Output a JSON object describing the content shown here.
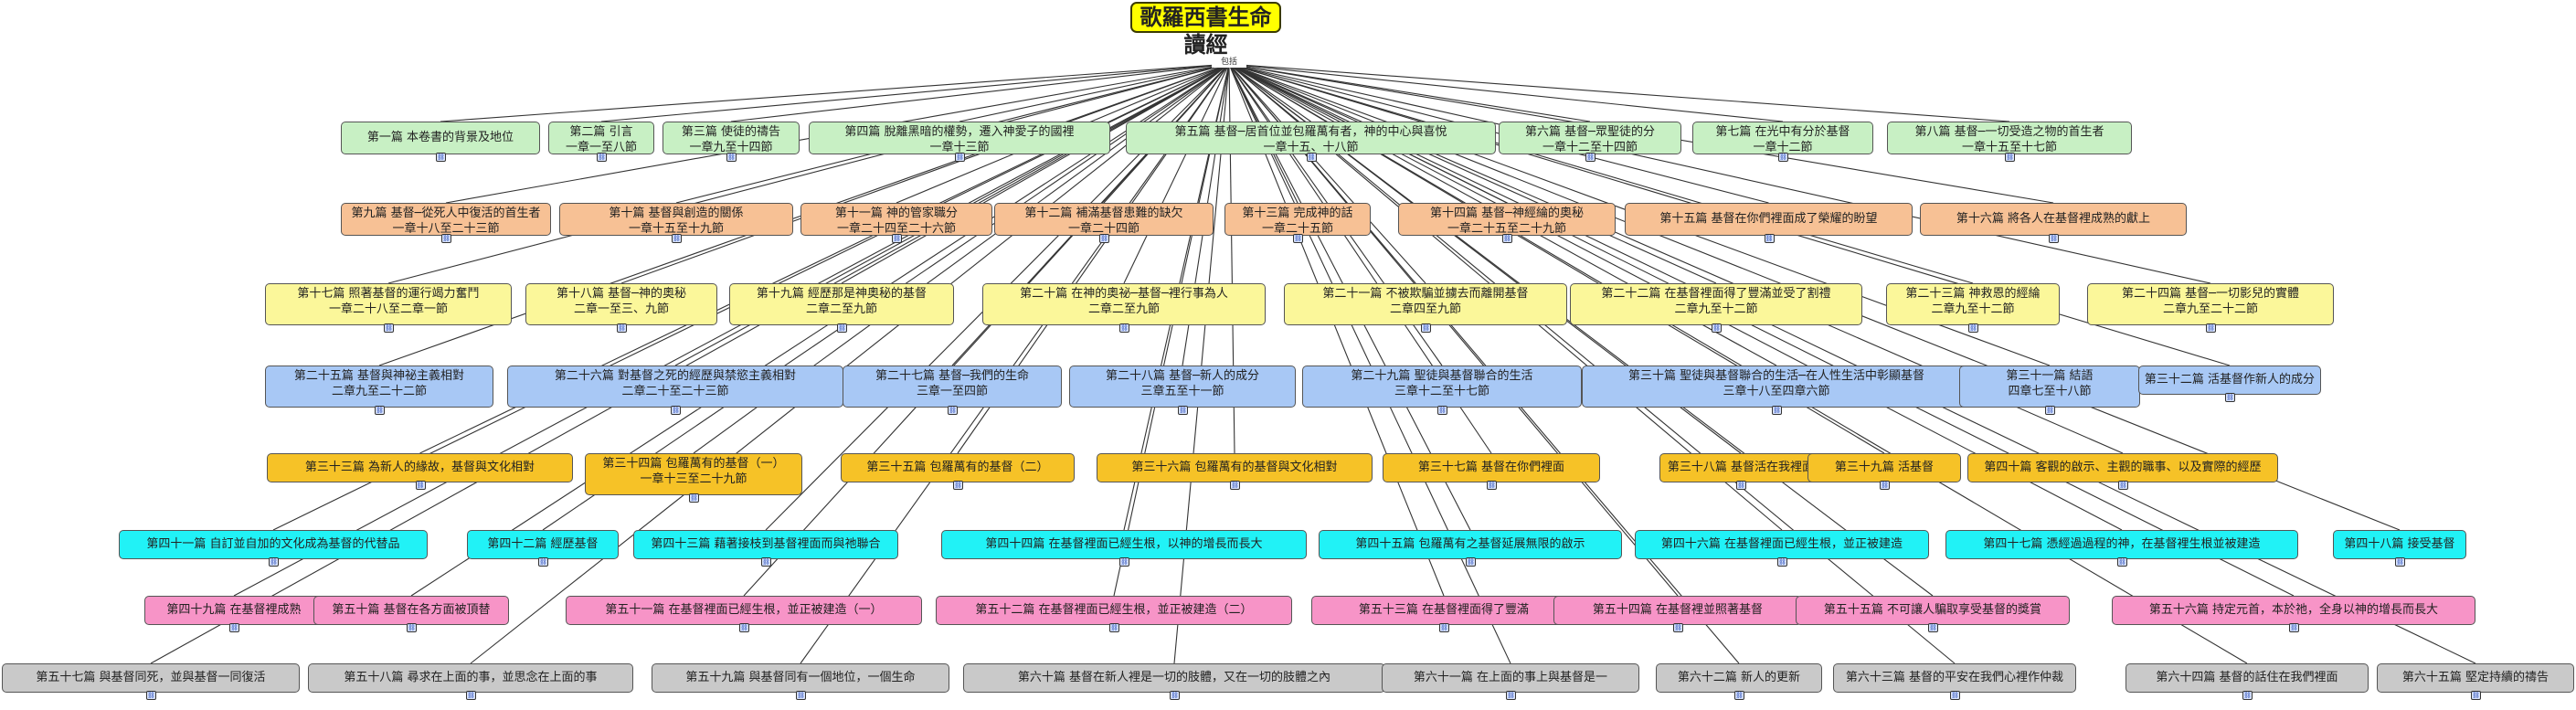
{
  "title": "歌羅西書生命讀經",
  "hub_label": "包括",
  "colors": {
    "green": "#c8f0c4",
    "orange": "#f7c195",
    "lightyellow": "#fbf79a",
    "blue": "#a8c8f5",
    "gold": "#f6c227",
    "cyan": "#21f2f6",
    "pink": "#f794c7",
    "gray": "#c9c9c9",
    "line": "#333333"
  },
  "link_icon": "link-icon",
  "messages": [
    {
      "lines": [
        "第一篇  本卷書的背景及地位"
      ],
      "color": "green"
    },
    {
      "lines": [
        "第二篇  引言",
        "一章一至八節"
      ],
      "color": "green"
    },
    {
      "lines": [
        "第三篇  使徒的禱告",
        "一章九至十四節"
      ],
      "color": "green"
    },
    {
      "lines": [
        "第四篇  脫離黑暗的權勢，遷入神愛子的國裡",
        "一章十三節"
      ],
      "color": "green"
    },
    {
      "lines": [
        "第五篇  基督─居首位並包羅萬有者，神的中心與喜悅",
        "一章十五、十八節"
      ],
      "color": "green"
    },
    {
      "lines": [
        "第六篇  基督─眾聖徒的分",
        "一章十二至十四節"
      ],
      "color": "green"
    },
    {
      "lines": [
        "第七篇  在光中有分於基督",
        "一章十二節"
      ],
      "color": "green"
    },
    {
      "lines": [
        "第八篇  基督─一切受造之物的首生者",
        "一章十五至十七節"
      ],
      "color": "green"
    },
    {
      "lines": [
        "第九篇  基督─從死人中復活的首生者",
        "一章十八至二十三節"
      ],
      "color": "orange"
    },
    {
      "lines": [
        "第十篇  基督與創造的關係",
        "一章十五至十九節"
      ],
      "color": "orange"
    },
    {
      "lines": [
        "第十一篇  神的管家職分",
        "一章二十四至二十六節"
      ],
      "color": "orange"
    },
    {
      "lines": [
        "第十二篇  補滿基督患難的缺欠",
        "一章二十四節"
      ],
      "color": "orange"
    },
    {
      "lines": [
        "第十三篇  完成神的話",
        "一章二十五節"
      ],
      "color": "orange"
    },
    {
      "lines": [
        "第十四篇  基督─神經綸的奧秘",
        "一章二十五至二十九節"
      ],
      "color": "orange"
    },
    {
      "lines": [
        "第十五篇  基督在你們裡面成了榮耀的盼望"
      ],
      "color": "orange"
    },
    {
      "lines": [
        "第十六篇  將各人在基督裡成熟的獻上"
      ],
      "color": "orange"
    },
    {
      "lines": [
        "第十七篇  照著基督的運行竭力奮鬥",
        "一章二十八至二章一節"
      ],
      "color": "lightyellow"
    },
    {
      "lines": [
        "第十八篇  基督─神的奧秘",
        "二章一至三、九節"
      ],
      "color": "lightyellow"
    },
    {
      "lines": [
        "第十九篇  經歷那是神奧秘的基督",
        "二章二至九節"
      ],
      "color": "lightyellow"
    },
    {
      "lines": [
        "第二十篇  在神的奧祕─基督─裡行事為人",
        "二章二至九節"
      ],
      "color": "lightyellow"
    },
    {
      "lines": [
        "第二十一篇  不被欺騙並擄去而離開基督",
        "二章四至九節"
      ],
      "color": "lightyellow"
    },
    {
      "lines": [
        "第二十二篇  在基督裡面得了豐滿並受了割禮",
        "二章九至十二節"
      ],
      "color": "lightyellow"
    },
    {
      "lines": [
        "第二十三篇  神救恩的經綸",
        "二章九至十二節"
      ],
      "color": "lightyellow"
    },
    {
      "lines": [
        "第二十四篇  基督─一切影兒的實體",
        "二章九至二十二節"
      ],
      "color": "lightyellow"
    },
    {
      "lines": [
        "第二十五篇  基督與神祕主義相對",
        "二章九至二十二節"
      ],
      "color": "blue"
    },
    {
      "lines": [
        "第二十六篇  對基督之死的經歷與禁慾主義相對",
        "二章二十至二十三節"
      ],
      "color": "blue"
    },
    {
      "lines": [
        "第二十七篇  基督─我們的生命",
        "三章一至四節"
      ],
      "color": "blue"
    },
    {
      "lines": [
        "第二十八篇  基督─新人的成分",
        "三章五至十一節"
      ],
      "color": "blue"
    },
    {
      "lines": [
        "第二十九篇  聖徒與基督聯合的生活",
        "三章十二至十七節"
      ],
      "color": "blue"
    },
    {
      "lines": [
        "第三十篇  聖徒與基督聯合的生活─在人性生活中彰顯基督",
        "三章十八至四章六節"
      ],
      "color": "blue"
    },
    {
      "lines": [
        "第三十一篇  結語",
        "四章七至十八節"
      ],
      "color": "blue"
    },
    {
      "lines": [
        "第三十二篇  活基督作新人的成分"
      ],
      "color": "blue"
    },
    {
      "lines": [
        "第三十三篇  為新人的緣故，基督與文化相對"
      ],
      "color": "gold"
    },
    {
      "lines": [
        "第三十四篇  包羅萬有的基督（一）",
        "一章十三至二十九節"
      ],
      "color": "gold"
    },
    {
      "lines": [
        "第三十五篇  包羅萬有的基督（二）"
      ],
      "color": "gold"
    },
    {
      "lines": [
        "第三十六篇  包羅萬有的基督與文化相對"
      ],
      "color": "gold"
    },
    {
      "lines": [
        "第三十七篇  基督在你們裡面"
      ],
      "color": "gold"
    },
    {
      "lines": [
        "第三十八篇  基督活在我裡面"
      ],
      "color": "gold"
    },
    {
      "lines": [
        "第三十九篇  活基督"
      ],
      "color": "gold"
    },
    {
      "lines": [
        "第四十篇  客觀的啟示、主觀的職事、以及實際的經歷"
      ],
      "color": "gold"
    },
    {
      "lines": [
        "第四十一篇  自訂並自加的文化成為基督的代替品"
      ],
      "color": "cyan"
    },
    {
      "lines": [
        "第四十二篇  經歷基督"
      ],
      "color": "cyan"
    },
    {
      "lines": [
        "第四十三篇  藉著接枝到基督裡面而與祂聯合"
      ],
      "color": "cyan"
    },
    {
      "lines": [
        "第四十四篇  在基督裡面已經生根，以神的增長而長大"
      ],
      "color": "cyan"
    },
    {
      "lines": [
        "第四十五篇  包羅萬有之基督延展無限的啟示"
      ],
      "color": "cyan"
    },
    {
      "lines": [
        "第四十六篇  在基督裡面已經生根，並正被建造"
      ],
      "color": "cyan"
    },
    {
      "lines": [
        "第四十七篇  憑經過過程的神，在基督裡生根並被建造"
      ],
      "color": "cyan"
    },
    {
      "lines": [
        "第四十八篇  接受基督"
      ],
      "color": "cyan"
    },
    {
      "lines": [
        "第四十九篇  在基督裡成熟"
      ],
      "color": "pink"
    },
    {
      "lines": [
        "第五十篇  基督在各方面被頂替"
      ],
      "color": "pink"
    },
    {
      "lines": [
        "第五十一篇  在基督裡面已經生根，並正被建造（一）"
      ],
      "color": "pink"
    },
    {
      "lines": [
        "第五十二篇  在基督裡面已經生根，並正被建造（二）"
      ],
      "color": "pink"
    },
    {
      "lines": [
        "第五十三篇  在基督裡面得了豐滿"
      ],
      "color": "pink"
    },
    {
      "lines": [
        "第五十四篇  在基督裡並照著基督"
      ],
      "color": "pink"
    },
    {
      "lines": [
        "第五十五篇  不可讓人騙取享受基督的獎賞"
      ],
      "color": "pink"
    },
    {
      "lines": [
        "第五十六篇  持定元首，本於祂，全身以神的增長而長大"
      ],
      "color": "pink"
    },
    {
      "lines": [
        "第五十七篇  與基督同死，並與基督一同復活"
      ],
      "color": "gray"
    },
    {
      "lines": [
        "第五十八篇  尋求在上面的事，並思念在上面的事"
      ],
      "color": "gray"
    },
    {
      "lines": [
        "第五十九篇  與基督同有一個地位，一個生命"
      ],
      "color": "gray"
    },
    {
      "lines": [
        "第六十篇  基督在新人裡是一切的肢體，又在一切的肢體之內"
      ],
      "color": "gray"
    },
    {
      "lines": [
        "第六十一篇  在上面的事上與基督是一"
      ],
      "color": "gray"
    },
    {
      "lines": [
        "第六十二篇  新人的更新"
      ],
      "color": "gray"
    },
    {
      "lines": [
        "第六十三篇  基督的平安在我們心裡作仲裁"
      ],
      "color": "gray"
    },
    {
      "lines": [
        "第六十四篇  基督的話住在我們裡面"
      ],
      "color": "gray"
    },
    {
      "lines": [
        "第六十五篇  堅定持續的禱告"
      ],
      "color": "gray"
    }
  ]
}
